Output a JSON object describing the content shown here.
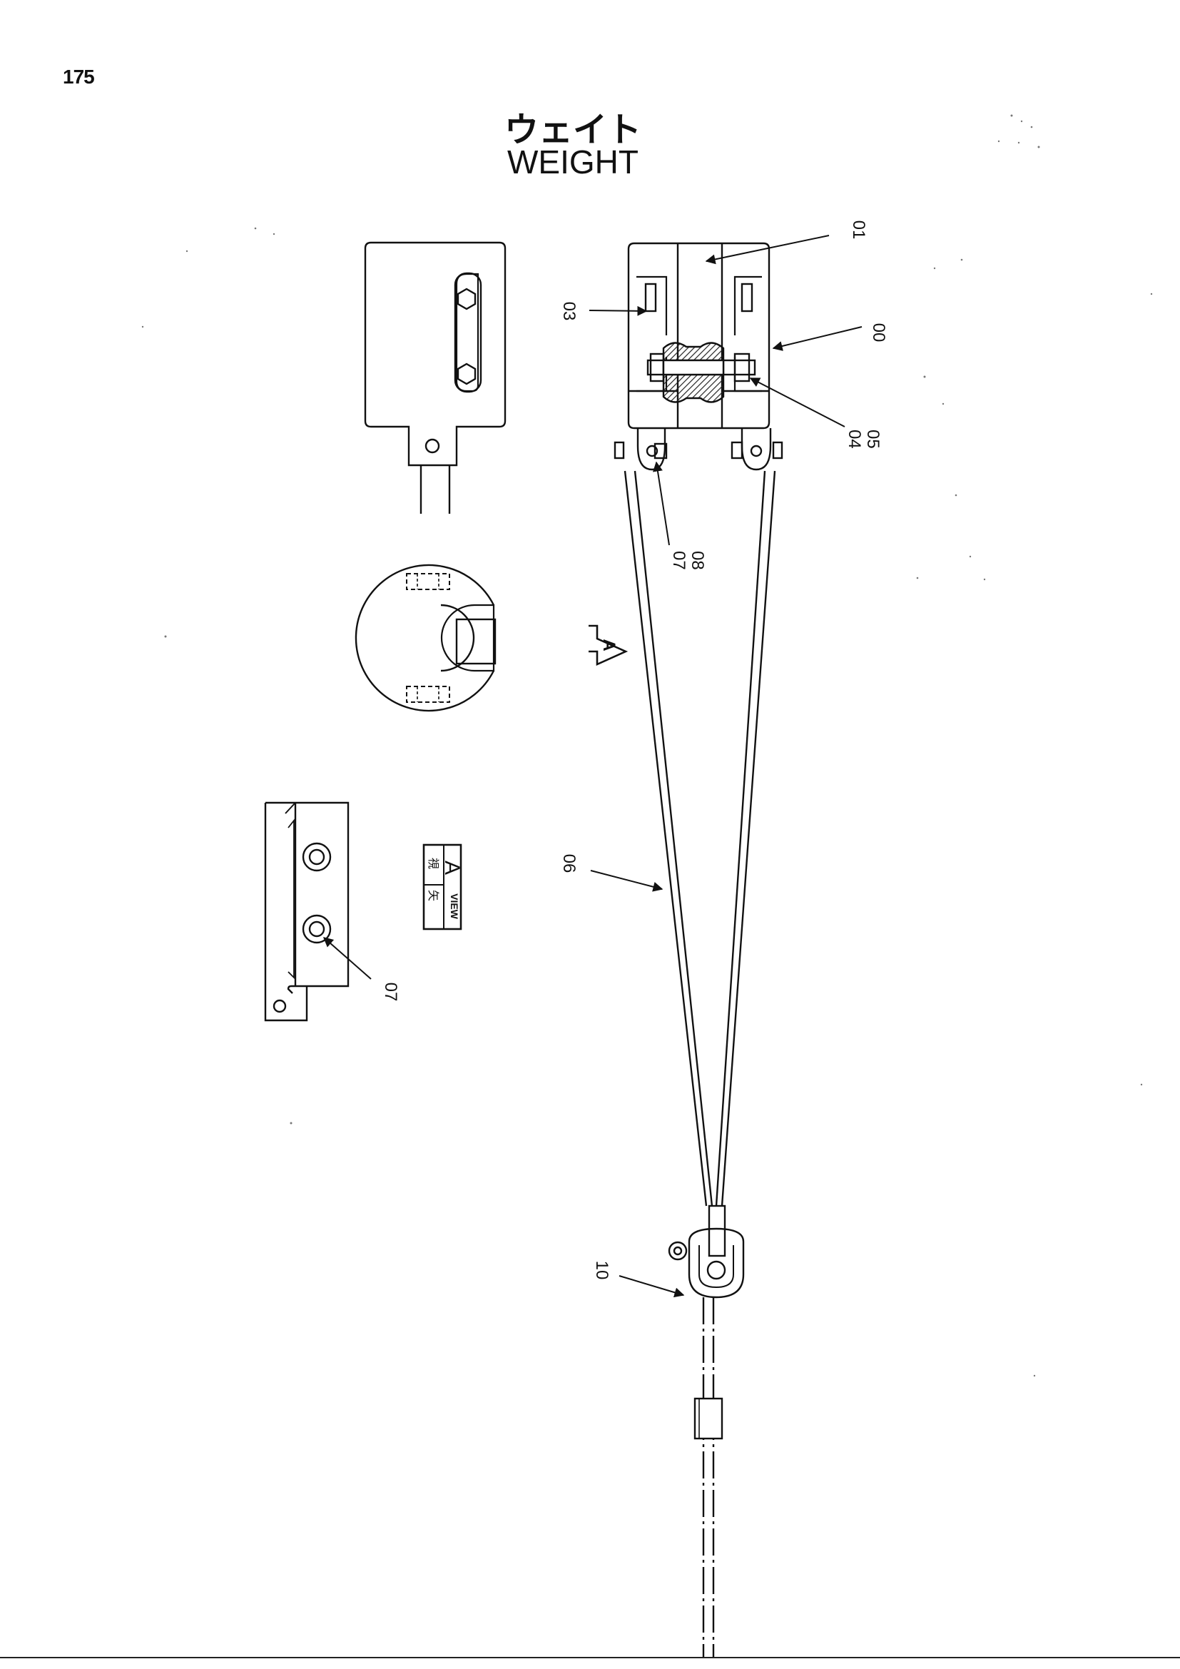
{
  "page_number": "175",
  "title": {
    "japanese": "ウェイト",
    "english": "WEIGHT"
  },
  "part_callouts": {
    "p00": "00",
    "p01": "01",
    "p03": "03",
    "p04_05": "04\n05",
    "p06": "06",
    "p07_08": "07\n08",
    "p07": "07",
    "p10": "10"
  },
  "view_marker": {
    "letter": "A",
    "label_jp_top": "矢",
    "label_jp_bottom": "視",
    "label_en": "VIEW",
    "label_letter": "A"
  },
  "colors": {
    "line": "#111111",
    "hatch": "#222222",
    "paper": "#ffffff"
  }
}
